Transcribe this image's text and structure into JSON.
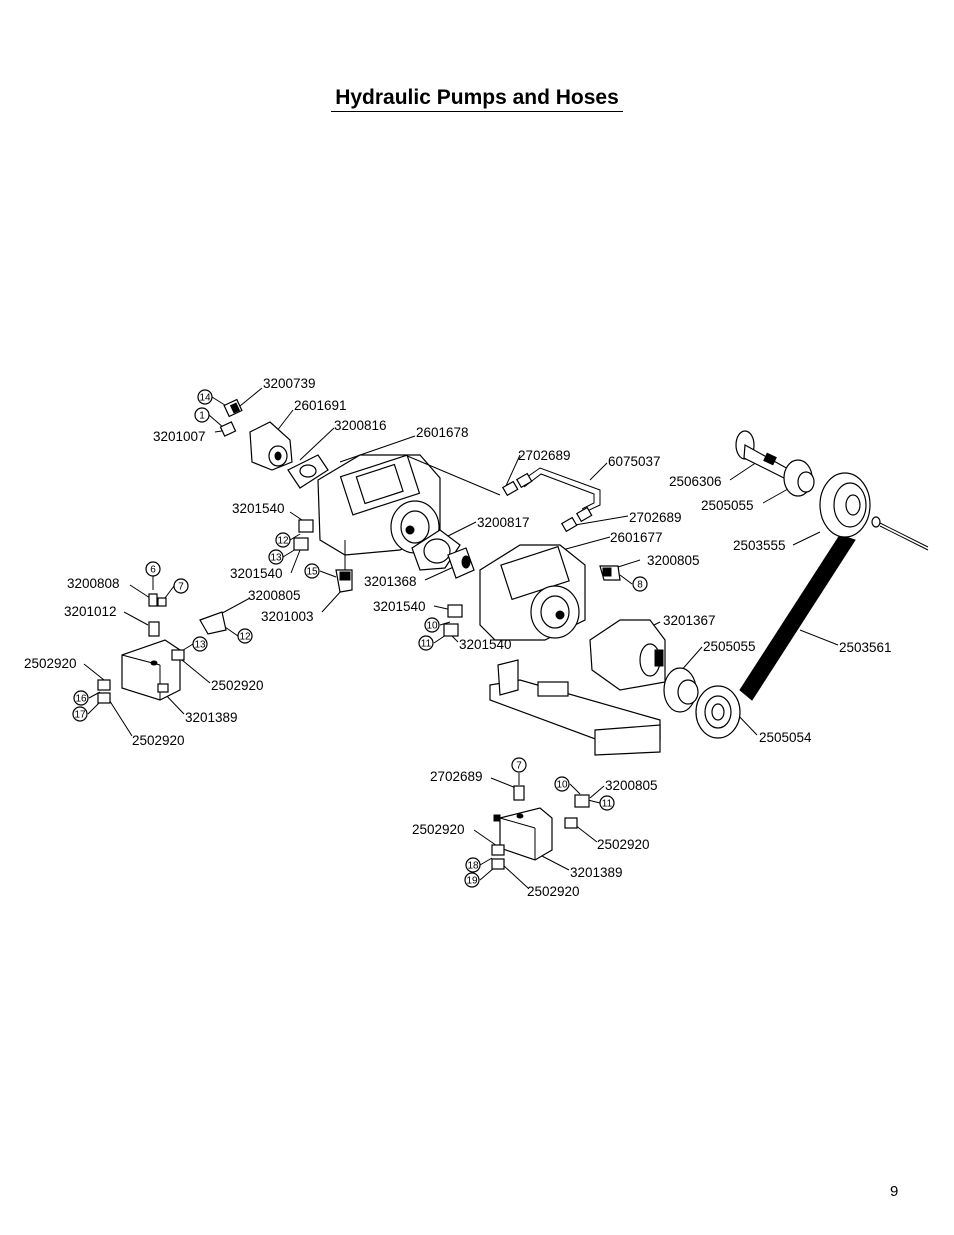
{
  "title": "Hydraulic Pumps and Hoses",
  "page_number": "9",
  "part_labels": {
    "p3200739": "3200739",
    "p2601691": "2601691",
    "p3200816": "3200816",
    "p2601678": "2601678",
    "p3201007": "3201007",
    "p2702689_a": "2702689",
    "p6075037": "6075037",
    "p2506306": "2506306",
    "p2505055_a": "2505055",
    "p3201540_a": "3201540",
    "p3200817": "3200817",
    "p2702689_b": "2702689",
    "p2601677": "2601677",
    "p2503555": "2503555",
    "p3201540_b": "3201540",
    "p3200805_a": "3200805",
    "p3200808": "3200808",
    "p3201368": "3201368",
    "p3200805_b": "3200805",
    "p3201012": "3201012",
    "p3201003": "3201003",
    "p3201540_c": "3201540",
    "p3201367": "3201367",
    "p3201540_d": "3201540",
    "p2505055_b": "2505055",
    "p2503561": "2503561",
    "p2502920_a": "2502920",
    "p2502920_b": "2502920",
    "p3201389_a": "3201389",
    "p2502920_c": "2502920",
    "p2505054": "2505054",
    "p2702689_c": "2702689",
    "p3200805_c": "3200805",
    "p2502920_d": "2502920",
    "p2502920_e": "2502920",
    "p3201389_b": "3201389",
    "p2502920_f": "2502920"
  },
  "callouts": {
    "c14": "14",
    "c1": "1",
    "c12a": "12",
    "c13a": "13",
    "c15": "15",
    "c6": "6",
    "c7a": "7",
    "c13b": "13",
    "c12b": "12",
    "c16": "16",
    "c17": "17",
    "c8": "8",
    "c10a": "10",
    "c11a": "11",
    "c7b": "7",
    "c10b": "10",
    "c11b": "11",
    "c18": "18",
    "c19": "19"
  }
}
